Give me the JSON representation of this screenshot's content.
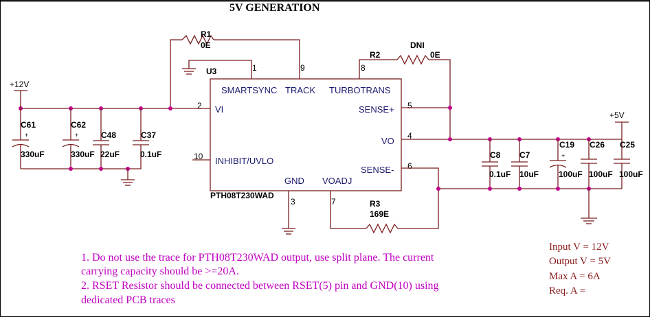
{
  "title": "5V GENERATION",
  "ic": {
    "ref": "U3",
    "part": "PTH08T230WAD",
    "pins": {
      "smartsync": "SMARTSYNC",
      "track": "TRACK",
      "turbotrans": "TURBOTRANS",
      "vi": "VI",
      "sense_plus": "SENSE+",
      "vo": "VO",
      "inhibit": "INHIBIT/UVLO",
      "sense_minus": "SENSE-",
      "gnd": "GND",
      "voadj": "VOADJ"
    },
    "pin_numbers": {
      "p1": "1",
      "p9": "9",
      "p8": "8",
      "p2": "2",
      "p5": "5",
      "p4": "4",
      "p10": "10",
      "p6": "6",
      "p3": "3",
      "p7": "7"
    }
  },
  "resistors": {
    "r1": {
      "ref": "R1",
      "value": "0E"
    },
    "r2": {
      "ref": "R2",
      "value": "0E",
      "note": "DNI"
    },
    "r3": {
      "ref": "R3",
      "value": "169E"
    }
  },
  "rails": {
    "in": "+12V",
    "out": "+5V"
  },
  "input_caps": [
    {
      "ref": "C61",
      "value": "330uF",
      "polarized": true
    },
    {
      "ref": "C62",
      "value": "330uF",
      "polarized": true
    },
    {
      "ref": "C48",
      "value": "22uF",
      "polarized": false
    },
    {
      "ref": "C37",
      "value": "0.1uF",
      "polarized": false
    }
  ],
  "output_caps": [
    {
      "ref": "C8",
      "value": "0.1uF",
      "polarized": false
    },
    {
      "ref": "C7",
      "value": "10uF",
      "polarized": false
    },
    {
      "ref": "C19",
      "value": "100uF",
      "polarized": true
    },
    {
      "ref": "C26",
      "value": "100uF",
      "polarized": false
    },
    {
      "ref": "C25",
      "value": "100uF",
      "polarized": false
    }
  ],
  "notes": [
    "1. Do not use the trace for PTH08T230WAD output, use split plane. The current",
    "carrying capacity should be >=20A.",
    "2. RSET Resistor should be connected between RSET(5) pin and GND(10) using",
    "dedicated PCB traces"
  ],
  "specs": [
    "Input V = 12V",
    "Output V = 5V",
    "Max A  = 6A",
    "Req. A ="
  ],
  "plus_sign": "+",
  "colors": {
    "wire": "#7a1e1e",
    "junction": "#c0008a",
    "note": "#c000c0",
    "spec": "#8b1a1a"
  }
}
